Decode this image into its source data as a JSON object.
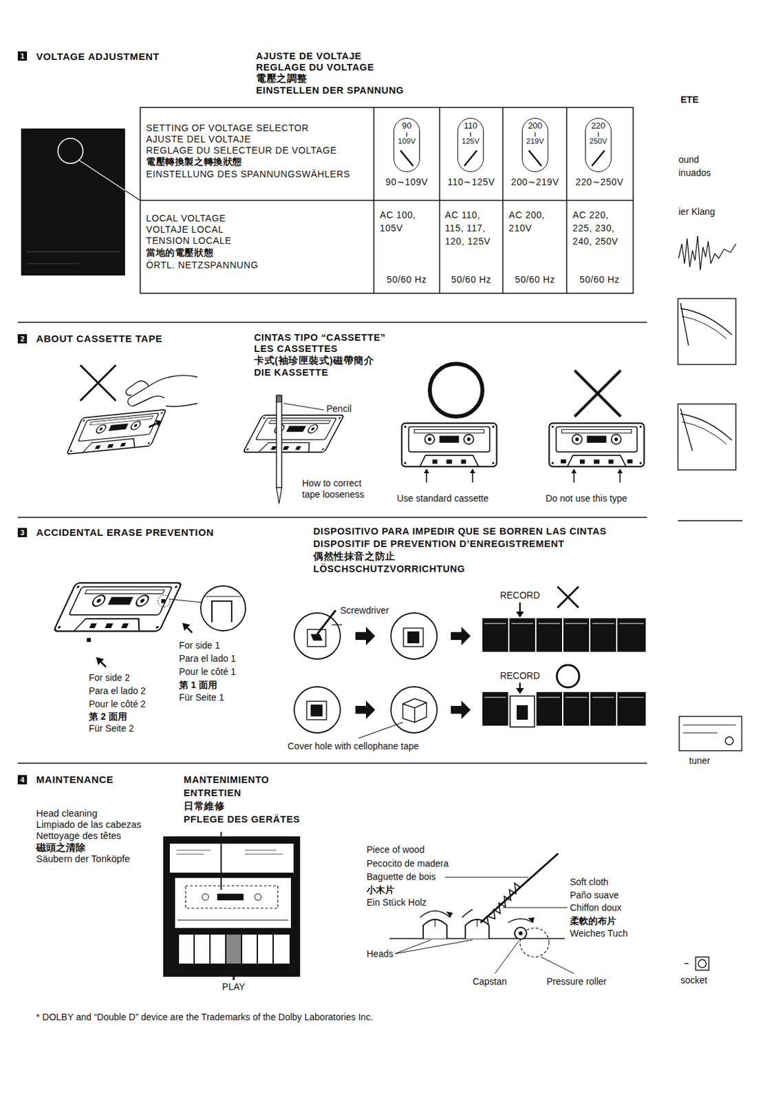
{
  "diagram": {
    "nodes": [
      {
        "text": [
          "1"
        ]
      },
      {
        "text": [
          "90",
          "109V"
        ]
      },
      {
        "text": [
          "110",
          "125V"
        ]
      },
      {
        "text": [
          "200",
          "219V"
        ]
      },
      {
        "text": [
          "220",
          "250V"
        ]
      },
      {
        "text": [
          "2"
        ]
      },
      {
        "text": [
          "3"
        ]
      },
      {
        "text": [
          "4"
        ]
      }
    ],
    "labels": [
      "VOLTAGE ADJUSTMENT",
      "AJUSTE DE VOLTAJE",
      "REGLAGE DU VOLTAGE",
      "電壓之調整",
      "EINSTELLEN DER SPANNUNG",
      "SETTING OF VOLTAGE SELECTOR",
      "AJUSTE DEL VOLTAJE",
      "REGLAGE DU SELECTEUR DE VOLTAGE",
      "電壓轉換製之轉換狀態",
      "EINSTELLUNG DES SPANNUNGSWÄHLERS",
      "90∼109V",
      "110∼125V",
      "200∼219V",
      "220∼250V",
      "LOCAL VOLTAGE",
      "VOLTAJE LOCAL",
      "TENSION LOCALE",
      "當地的電壓狀態",
      "ÖRTL. NETZSPANNUNG",
      "AC 100, 105V",
      "AC 110, 115, 117, 120, 125V",
      "AC 200, 210V",
      "AC 220, 225, 230, 240, 250V",
      "50/60 Hz",
      "50/60 Hz",
      "50/60 Hz",
      "50/60 Hz",
      "ABOUT CASSETTE TAPE",
      "CINTAS TIPO “CASSETTE”",
      "LES CASSETTES",
      "卡式(袖珍匣裝式)磁帶簡介",
      "DIE KASSETTE",
      "Pencil",
      "How to correct tape looseness",
      "Use standard cassette",
      "Do not use this type",
      "ACCIDENTAL ERASE PREVENTION",
      "DISPOSITIVO PARA IMPEDIR QUE SE BORREN LAS CINTAS",
      "DISPOSITIF DE PREVENTION D’ENREGISTREMENT",
      "偶然性抹音之防止",
      "LÖSCHSCHUTZVORRICHTUNG",
      "For side 1",
      "Para el lado 1",
      "Pour le côté 1",
      "第 1 面用",
      "Für Seite 1",
      "For side 2",
      "Para el lado 2",
      "Pour le côté 2",
      "第 2 面用",
      "Für Seite 2",
      "Screwdriver",
      "RECORD",
      "RECORD",
      "Cover hole with cellophane tape",
      "MAINTENANCE",
      "MANTENIMIENTO",
      "ENTRETIEN",
      "日常維修",
      "PFLEGE DES GERÄTES",
      "Head cleaning",
      "Limpiado de las cabezas",
      "Nettoyage des têtes",
      "磁頭之清除",
      "Säubern der Tonköpfe",
      "PLAY",
      "Piece of wood",
      "Pecocito de madera",
      "Baguette de bois",
      "小木片",
      "Ein Stück Holz",
      "Soft cloth",
      "Paño suave",
      "Chiffon doux",
      "柔軟的布片",
      "Weiches Tuch",
      "Heads",
      "Capstan",
      "Pressure roller",
      "* DOLBY and “Double D” device are the Trademarks of the Dolby Laboratories Inc.",
      "ETE",
      "ound",
      "inuados",
      "ier Klang",
      "tuner",
      "socket"
    ]
  }
}
